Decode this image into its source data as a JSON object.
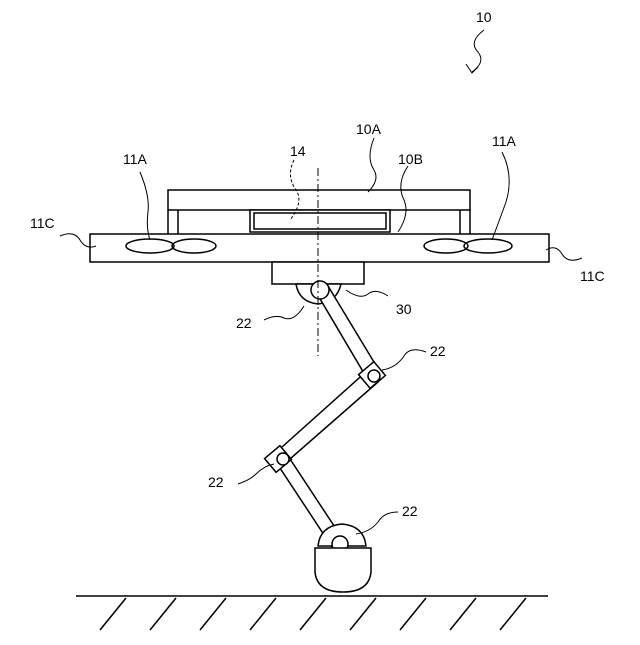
{
  "labels": {
    "ref_10": "10",
    "ref_10A": "10A",
    "ref_10B": "10B",
    "ref_14": "14",
    "ref_11A_left": "11A",
    "ref_11A_right": "11A",
    "ref_11C_left": "11C",
    "ref_11C_right": "11C",
    "ref_30": "30",
    "ref_22_top": "22",
    "ref_22_elbow_upper": "22",
    "ref_22_elbow_lower": "22",
    "ref_22_base": "22"
  },
  "colors": {
    "line": "#000000",
    "background": "#ffffff"
  }
}
